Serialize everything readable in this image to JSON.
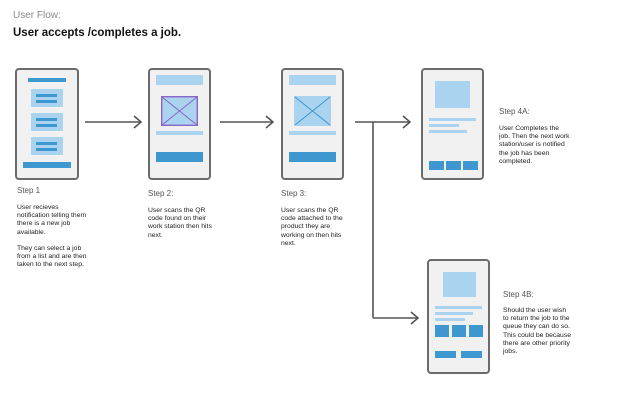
{
  "header": {
    "kicker": "User Flow:",
    "title": "User accepts /completes a job."
  },
  "steps": [
    {
      "title": "Step 1",
      "description": "User recieves notification telling them there is a new job available.\n\nThey can select a job from a list and are then taken to the next step."
    },
    {
      "title": "Step 2:",
      "description": "User scans the QR code found on their work station then hits next."
    },
    {
      "title": "Step 3:",
      "description": "User scans the QR code attached to the product they are working on then hits next."
    },
    {
      "title": "Step 4A:",
      "description": "User Completes the job. Then the next work station/user is notified the job has been completed."
    },
    {
      "title": "Step 4B:",
      "description": "Should the user wish to return the job to the queue they can do so. This could be because there are other priority jobs."
    }
  ],
  "colors": {
    "accent": "#3f97cf",
    "accent_light": "#a9d3ee",
    "qr_frame": "#8a66c9",
    "phone_border": "#6b6b6b",
    "arrow": "#555555"
  },
  "icons": {
    "qr_placeholder": "qr-code-icon",
    "arrow": "arrow-right-icon"
  }
}
